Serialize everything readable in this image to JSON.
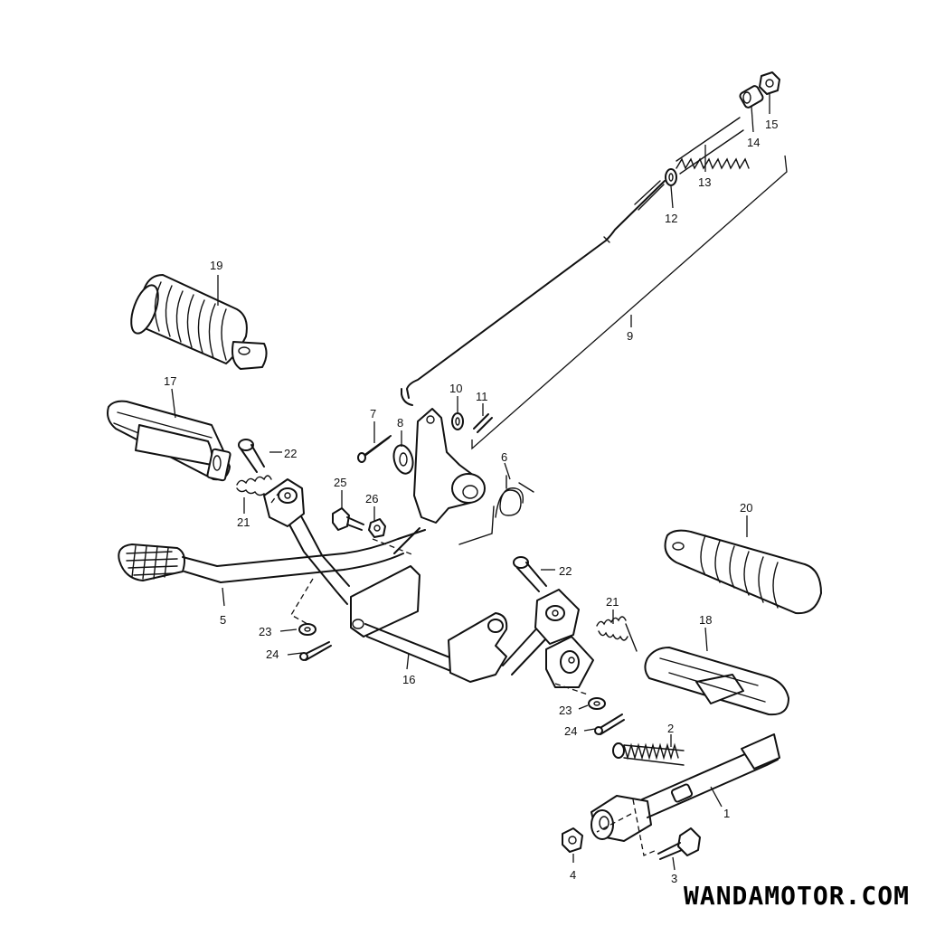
{
  "watermark": "WANDAMOTOR.COM",
  "callouts": [
    {
      "id": "c1",
      "label": "1"
    },
    {
      "id": "c2",
      "label": "2"
    },
    {
      "id": "c3",
      "label": "3"
    },
    {
      "id": "c4",
      "label": "4"
    },
    {
      "id": "c5",
      "label": "5"
    },
    {
      "id": "c6",
      "label": "6"
    },
    {
      "id": "c7",
      "label": "7"
    },
    {
      "id": "c8",
      "label": "8"
    },
    {
      "id": "c9",
      "label": "9"
    },
    {
      "id": "c10",
      "label": "10"
    },
    {
      "id": "c11",
      "label": "11"
    },
    {
      "id": "c12",
      "label": "12"
    },
    {
      "id": "c13",
      "label": "13"
    },
    {
      "id": "c14",
      "label": "14"
    },
    {
      "id": "c15",
      "label": "15"
    },
    {
      "id": "c16",
      "label": "16"
    },
    {
      "id": "c17",
      "label": "17"
    },
    {
      "id": "c18",
      "label": "18"
    },
    {
      "id": "c19",
      "label": "19"
    },
    {
      "id": "c20",
      "label": "20"
    },
    {
      "id": "c21a",
      "label": "21"
    },
    {
      "id": "c21b",
      "label": "21"
    },
    {
      "id": "c22a",
      "label": "22"
    },
    {
      "id": "c22b",
      "label": "22"
    },
    {
      "id": "c23a",
      "label": "23"
    },
    {
      "id": "c23b",
      "label": "23"
    },
    {
      "id": "c24a",
      "label": "24"
    },
    {
      "id": "c24b",
      "label": "24"
    },
    {
      "id": "c25",
      "label": "25"
    },
    {
      "id": "c26",
      "label": "26"
    }
  ]
}
